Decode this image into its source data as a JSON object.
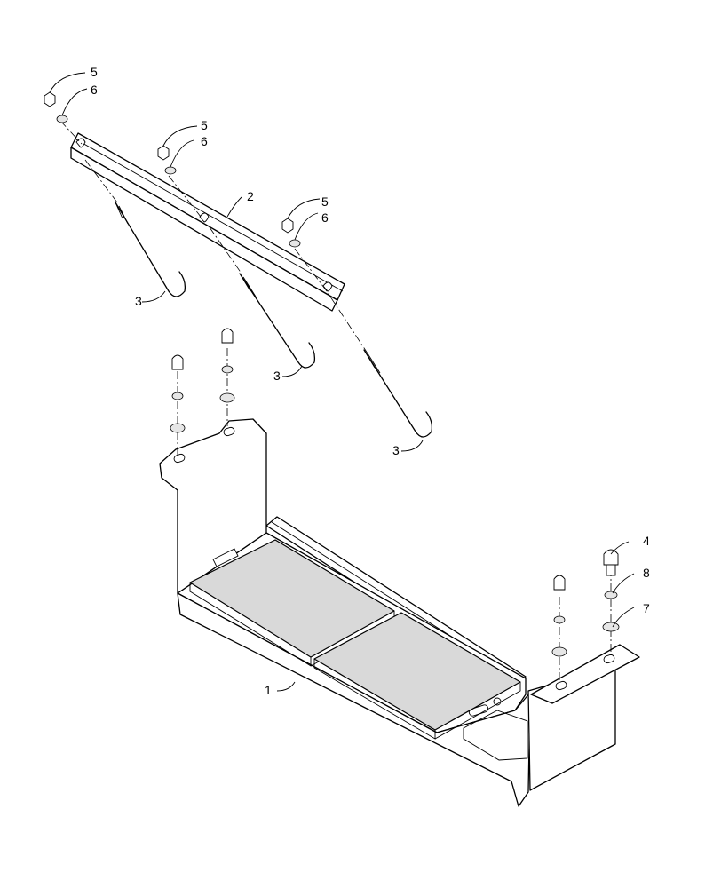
{
  "diagram": {
    "callouts": {
      "c1": "1",
      "c2": "2",
      "c3a": "3",
      "c3b": "3",
      "c3c": "3",
      "c4": "4",
      "c5a": "5",
      "c5b": "5",
      "c5c": "5",
      "c6a": "6",
      "c6b": "6",
      "c6c": "6",
      "c7": "7",
      "c8": "8"
    },
    "parts": [
      "battery-tray",
      "hold-down-bracket",
      "j-bolt",
      "carriage-bolt",
      "hex-nut",
      "lock-washer",
      "flat-washer",
      "lock-washer-lower"
    ]
  }
}
